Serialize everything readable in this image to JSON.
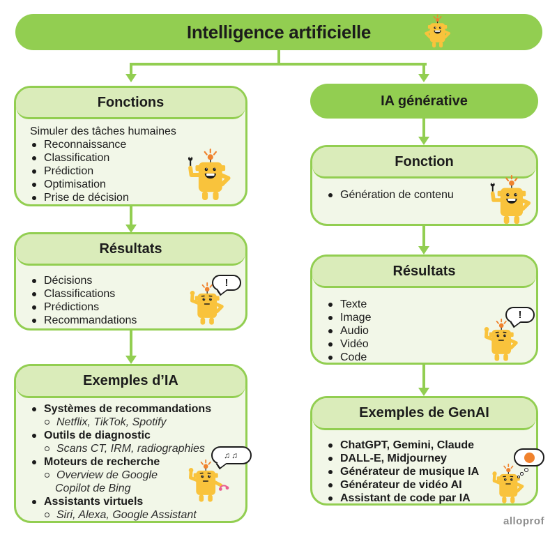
{
  "colors": {
    "green": "#92CE51",
    "light_green": "#DAECBA",
    "box_bg": "#F2F7E8",
    "text": "#1B1B1B",
    "robot_yellow": "#F9C33C",
    "accent_orange": "#F0822D",
    "headphones_pink": "#EA5D8F",
    "watermark_gray": "#8E8E8E"
  },
  "root": {
    "title": "Intelligence artificielle"
  },
  "left": {
    "fonctions": {
      "title": "Fonctions",
      "intro": "Simuler des tâches humaines",
      "bullets": [
        "Reconnaissance",
        "Classification",
        "Prédiction",
        "Optimisation",
        "Prise de décision"
      ]
    },
    "resultats": {
      "title": "Résultats",
      "bullets": [
        "Décisions",
        "Classifications",
        "Prédictions",
        "Recommandations"
      ],
      "bubble": "!"
    },
    "exemples": {
      "title": "Exemples d’IA",
      "items": [
        {
          "label": "Systèmes de recommandations",
          "sub": [
            "Netflix, TikTok, Spotify"
          ]
        },
        {
          "label": "Outils de diagnostic",
          "sub": [
            "Scans CT, IRM, radiographies"
          ]
        },
        {
          "label": "Moteurs de recherche",
          "sub": [
            "Overview de Google",
            "Copilot de Bing"
          ]
        },
        {
          "label": "Assistants virtuels",
          "sub": [
            "Siri, Alexa, Google Assistant"
          ]
        }
      ],
      "bubble": "♫♫"
    }
  },
  "right": {
    "title": "IA générative",
    "fonction": {
      "title": "Fonction",
      "bullets": [
        "Génération de contenu"
      ]
    },
    "resultats": {
      "title": "Résultats",
      "bullets": [
        "Texte",
        "Image",
        "Audio",
        "Vidéo",
        "Code"
      ],
      "bubble": "!"
    },
    "exemples": {
      "title": "Exemples de GenAI",
      "bullets": [
        "ChatGPT, Gemini, Claude",
        "DALL-E, Midjourney",
        "Générateur de musique IA",
        "Générateur de vidéo AI",
        "Assistant de code par IA"
      ]
    }
  },
  "watermark": "alloprof"
}
